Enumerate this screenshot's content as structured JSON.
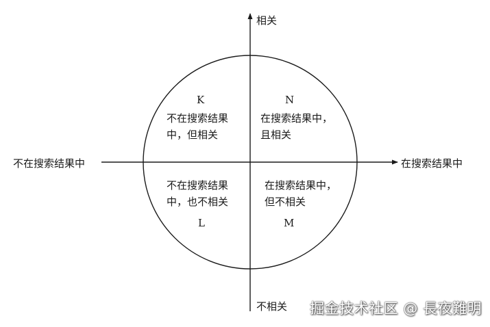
{
  "axes": {
    "top_label": "相关",
    "bottom_label": "不相关",
    "left_label": "不在搜索结果中",
    "right_label": "在搜索结果中"
  },
  "quadrants": {
    "K": {
      "letter": "K",
      "line1": "不在搜索结果",
      "line2": "中，但相关"
    },
    "N": {
      "letter": "N",
      "line1": "在搜索结果中，",
      "line2": "且相关"
    },
    "L": {
      "letter": "L",
      "line1": "不在搜索结果",
      "line2": "中，也不相关"
    },
    "M": {
      "letter": "M",
      "line1": "在搜索结果中，",
      "line2": "但不相关"
    }
  },
  "watermark": "掘金技术社区 @ 長夜難明",
  "colors": {
    "stroke": "#1a1a1a",
    "background": "#ffffff"
  }
}
